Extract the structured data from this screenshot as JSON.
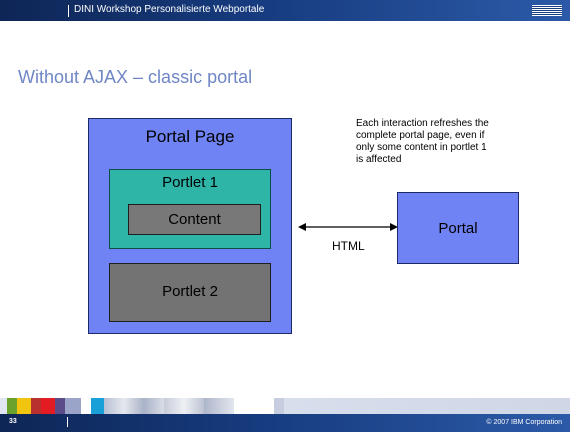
{
  "header": {
    "title": "DINI Workshop Personalisierte Webportale",
    "logo_icon": "ibm-logo"
  },
  "slide": {
    "title": "Without AJAX – classic portal"
  },
  "diagram": {
    "portal_page": "Portal Page",
    "portlet1": "Portlet 1",
    "content": "Content",
    "portlet2": "Portlet 2",
    "portal": "Portal",
    "arrow_label": "HTML",
    "note": [
      "Each interaction refreshes the",
      "complete portal page, even if",
      "only some content in portlet 1",
      "is affected"
    ]
  },
  "colors": {
    "header_blue": "#163b7e",
    "title_blue": "#6f86c6",
    "portal_blue": "#7083f5",
    "portlet_teal": "#2eb5a8",
    "content_gray": "#787878"
  },
  "footer": {
    "page_number": "33",
    "copyright": "© 2007 IBM Corporation"
  }
}
